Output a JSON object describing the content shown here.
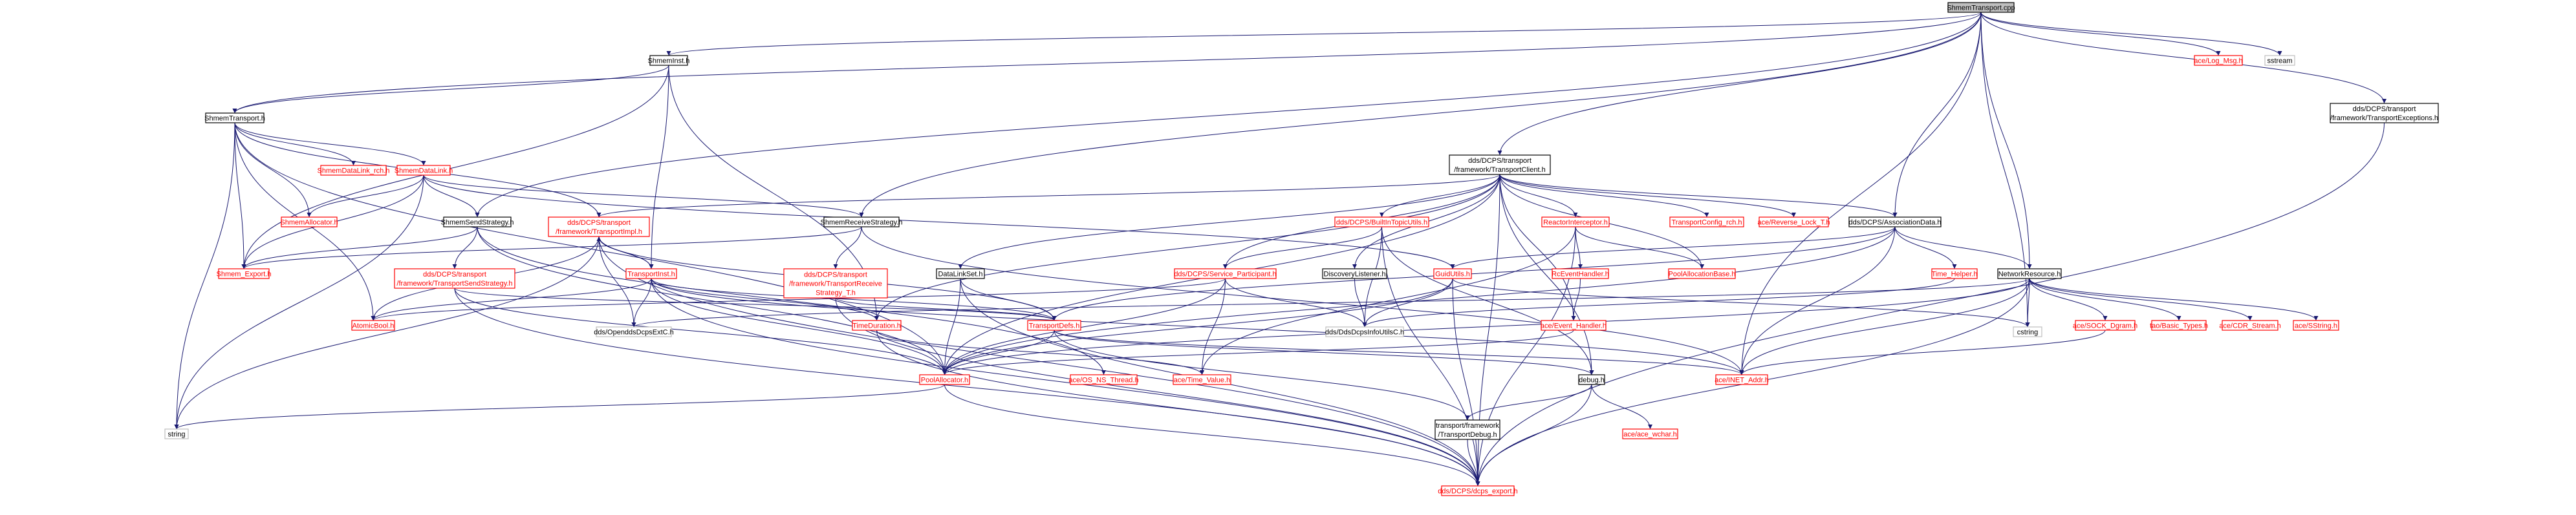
{
  "diagram": {
    "colors": {
      "edge": "#191970",
      "root_fill": "#bfbfbf",
      "documented_fill": "#ffffff",
      "documented_border": "#000000",
      "documented_text": "#000000",
      "undocumented_border": "#ff0000",
      "undocumented_text": "#ff0000",
      "system_border": "#bfbfbf",
      "system_text": "#000000"
    },
    "nodes": [
      {
        "id": "n_root",
        "lines": [
          "ShmemTransport.cpp"
        ],
        "kind": "root"
      },
      {
        "id": "n_shmeminst",
        "lines": [
          "ShmemInst.h"
        ],
        "kind": "documented"
      },
      {
        "id": "n_log_msg",
        "lines": [
          "ace/Log_Msg.h"
        ],
        "kind": "undocumented"
      },
      {
        "id": "n_sstream",
        "lines": [
          "sstream"
        ],
        "kind": "system"
      },
      {
        "id": "n_shmemtransport",
        "lines": [
          "ShmemTransport.h"
        ],
        "kind": "documented"
      },
      {
        "id": "n_transport_exceptions",
        "lines": [
          "dds/DCPS/transport",
          "/framework/TransportExceptions.h"
        ],
        "kind": "documented"
      },
      {
        "id": "n_datalink_rch",
        "lines": [
          "ShmemDataLink_rch.h"
        ],
        "kind": "undocumented"
      },
      {
        "id": "n_datalink",
        "lines": [
          "ShmemDataLink.h"
        ],
        "kind": "undocumented"
      },
      {
        "id": "n_transport_client",
        "lines": [
          "dds/DCPS/transport",
          "/framework/TransportClient.h"
        ],
        "kind": "documented"
      },
      {
        "id": "n_shmem_allocator",
        "lines": [
          "ShmemAllocator.h"
        ],
        "kind": "undocumented"
      },
      {
        "id": "n_send_strategy",
        "lines": [
          "ShmemSendStrategy.h"
        ],
        "kind": "documented"
      },
      {
        "id": "n_transport_impl",
        "lines": [
          "dds/DCPS/transport",
          "/framework/TransportImpl.h"
        ],
        "kind": "undocumented"
      },
      {
        "id": "n_receive_strategy",
        "lines": [
          "ShmemReceiveStrategy.h"
        ],
        "kind": "documented"
      },
      {
        "id": "n_builtin_topic_utils",
        "lines": [
          "dds/DCPS/BuiltInTopicUtils.h"
        ],
        "kind": "undocumented"
      },
      {
        "id": "n_reactor_interceptor",
        "lines": [
          "ReactorInterceptor.h"
        ],
        "kind": "undocumented"
      },
      {
        "id": "n_transport_config_rch",
        "lines": [
          "TransportConfig_rch.h"
        ],
        "kind": "undocumented"
      },
      {
        "id": "n_reverse_lock",
        "lines": [
          "ace/Reverse_Lock_T.h"
        ],
        "kind": "undocumented"
      },
      {
        "id": "n_association_data",
        "lines": [
          "dds/DCPS/AssociationData.h"
        ],
        "kind": "documented"
      },
      {
        "id": "n_shmem_export",
        "lines": [
          "Shmem_Export.h"
        ],
        "kind": "undocumented"
      },
      {
        "id": "n_transport_send_strategy",
        "lines": [
          "dds/DCPS/transport",
          "/framework/TransportSendStrategy.h"
        ],
        "kind": "undocumented"
      },
      {
        "id": "n_transport_inst",
        "lines": [
          "TransportInst.h"
        ],
        "kind": "undocumented"
      },
      {
        "id": "n_transport_receive_strategy",
        "lines": [
          "dds/DCPS/transport",
          "/framework/TransportReceive",
          "Strategy_T.h"
        ],
        "kind": "undocumented"
      },
      {
        "id": "n_datalink_set",
        "lines": [
          "DataLinkSet.h"
        ],
        "kind": "documented"
      },
      {
        "id": "n_service_participant",
        "lines": [
          "dds/DCPS/Service_Participant.h"
        ],
        "kind": "undocumented"
      },
      {
        "id": "n_discovery_listener",
        "lines": [
          "DiscoveryListener.h"
        ],
        "kind": "documented"
      },
      {
        "id": "n_guid_utils",
        "lines": [
          "GuidUtils.h"
        ],
        "kind": "undocumented"
      },
      {
        "id": "n_rc_event_handler",
        "lines": [
          "RcEventHandler.h"
        ],
        "kind": "undocumented"
      },
      {
        "id": "n_pool_allocation_base",
        "lines": [
          "PoolAllocationBase.h"
        ],
        "kind": "undocumented"
      },
      {
        "id": "n_time_helper",
        "lines": [
          "Time_Helper.h"
        ],
        "kind": "undocumented"
      },
      {
        "id": "n_network_resource",
        "lines": [
          "NetworkResource.h"
        ],
        "kind": "documented"
      },
      {
        "id": "n_atomic_bool",
        "lines": [
          "AtomicBool.h"
        ],
        "kind": "undocumented"
      },
      {
        "id": "n_opendds_ext",
        "lines": [
          "dds/OpenddsDcpsExtC.h"
        ],
        "kind": "system"
      },
      {
        "id": "n_time_duration",
        "lines": [
          "TimeDuration.h"
        ],
        "kind": "undocumented"
      },
      {
        "id": "n_transport_defs",
        "lines": [
          "TransportDefs.h"
        ],
        "kind": "undocumented"
      },
      {
        "id": "n_dds_info_utils",
        "lines": [
          "dds/DdsDcpsInfoUtilsC.h"
        ],
        "kind": "system"
      },
      {
        "id": "n_event_handler",
        "lines": [
          "ace/Event_Handler.h"
        ],
        "kind": "undocumented"
      },
      {
        "id": "n_cstring",
        "lines": [
          "cstring"
        ],
        "kind": "system"
      },
      {
        "id": "n_sock_dgram",
        "lines": [
          "ace/SOCK_Dgram.h"
        ],
        "kind": "undocumented"
      },
      {
        "id": "n_basic_types",
        "lines": [
          "tao/Basic_Types.h"
        ],
        "kind": "undocumented"
      },
      {
        "id": "n_cdr_stream",
        "lines": [
          "ace/CDR_Stream.h"
        ],
        "kind": "undocumented"
      },
      {
        "id": "n_sstring",
        "lines": [
          "ace/SString.h"
        ],
        "kind": "undocumented"
      },
      {
        "id": "n_pool_allocator",
        "lines": [
          "PoolAllocator.h"
        ],
        "kind": "undocumented"
      },
      {
        "id": "n_os_ns_thread",
        "lines": [
          "ace/OS_NS_Thread.h"
        ],
        "kind": "undocumented"
      },
      {
        "id": "n_time_value",
        "lines": [
          "ace/Time_Value.h"
        ],
        "kind": "undocumented"
      },
      {
        "id": "n_debug",
        "lines": [
          "debug.h"
        ],
        "kind": "documented"
      },
      {
        "id": "n_inet_addr",
        "lines": [
          "ace/INET_Addr.h"
        ],
        "kind": "undocumented"
      },
      {
        "id": "n_string",
        "lines": [
          "string"
        ],
        "kind": "system"
      },
      {
        "id": "n_ace_wchar",
        "lines": [
          "ace/ace_wchar.h"
        ],
        "kind": "undocumented"
      },
      {
        "id": "n_transport_debug",
        "lines": [
          "transport/framework",
          "/TransportDebug.h"
        ],
        "kind": "documented"
      },
      {
        "id": "n_dcps_export",
        "lines": [
          "dds/DCPS/dcps_export.h"
        ],
        "kind": "undocumented"
      }
    ],
    "edges": [
      [
        "n_root",
        "n_shmeminst"
      ],
      [
        "n_root",
        "n_log_msg"
      ],
      [
        "n_root",
        "n_sstream"
      ],
      [
        "n_root",
        "n_shmemtransport"
      ],
      [
        "n_root",
        "n_transport_exceptions"
      ],
      [
        "n_root",
        "n_transport_client"
      ],
      [
        "n_root",
        "n_association_data"
      ],
      [
        "n_root",
        "n_network_resource"
      ],
      [
        "n_root",
        "n_cstring"
      ],
      [
        "n_root",
        "n_send_strategy"
      ],
      [
        "n_root",
        "n_receive_strategy"
      ],
      [
        "n_root",
        "n_inet_addr"
      ],
      [
        "n_shmeminst",
        "n_shmemtransport"
      ],
      [
        "n_shmeminst",
        "n_transport_inst"
      ],
      [
        "n_shmeminst",
        "n_shmem_export"
      ],
      [
        "n_shmeminst",
        "n_time_duration"
      ],
      [
        "n_shmemtransport",
        "n_datalink_rch"
      ],
      [
        "n_shmemtransport",
        "n_datalink"
      ],
      [
        "n_shmemtransport",
        "n_shmem_allocator"
      ],
      [
        "n_shmemtransport",
        "n_shmem_export"
      ],
      [
        "n_shmemtransport",
        "n_transport_impl"
      ],
      [
        "n_shmemtransport",
        "n_string"
      ],
      [
        "n_shmemtransport",
        "n_atomic_bool"
      ],
      [
        "n_shmemtransport",
        "n_pool_allocator"
      ],
      [
        "n_transport_exceptions",
        "n_dcps_export"
      ],
      [
        "n_datalink",
        "n_send_strategy"
      ],
      [
        "n_datalink",
        "n_receive_strategy"
      ],
      [
        "n_datalink",
        "n_shmem_allocator"
      ],
      [
        "n_datalink",
        "n_shmem_export"
      ],
      [
        "n_datalink",
        "n_string"
      ],
      [
        "n_datalink",
        "n_guid_utils"
      ],
      [
        "n_transport_client",
        "n_transport_impl"
      ],
      [
        "n_transport_client",
        "n_builtin_topic_utils"
      ],
      [
        "n_transport_client",
        "n_reactor_interceptor"
      ],
      [
        "n_transport_client",
        "n_transport_config_rch"
      ],
      [
        "n_transport_client",
        "n_reverse_lock"
      ],
      [
        "n_transport_client",
        "n_association_data"
      ],
      [
        "n_transport_client",
        "n_datalink_set"
      ],
      [
        "n_transport_client",
        "n_service_participant"
      ],
      [
        "n_transport_client",
        "n_discovery_listener"
      ],
      [
        "n_transport_client",
        "n_event_handler"
      ],
      [
        "n_transport_client",
        "n_time_duration"
      ],
      [
        "n_transport_client",
        "n_pool_allocation_base"
      ],
      [
        "n_transport_client",
        "n_pool_allocator"
      ],
      [
        "n_transport_client",
        "n_dcps_export"
      ],
      [
        "n_transport_client",
        "n_debug"
      ],
      [
        "n_send_strategy",
        "n_transport_send_strategy"
      ],
      [
        "n_send_strategy",
        "n_shmem_export"
      ],
      [
        "n_send_strategy",
        "n_pool_allocator"
      ],
      [
        "n_send_strategy",
        "n_os_ns_thread"
      ],
      [
        "n_transport_impl",
        "n_transport_inst"
      ],
      [
        "n_transport_impl",
        "n_transport_defs"
      ],
      [
        "n_transport_impl",
        "n_opendds_ext"
      ],
      [
        "n_transport_impl",
        "n_atomic_bool"
      ],
      [
        "n_transport_impl",
        "n_dcps_export"
      ],
      [
        "n_transport_impl",
        "n_string"
      ],
      [
        "n_receive_strategy",
        "n_transport_receive_strategy"
      ],
      [
        "n_receive_strategy",
        "n_shmem_export"
      ],
      [
        "n_receive_strategy",
        "n_inet_addr"
      ],
      [
        "n_builtin_topic_utils",
        "n_service_participant"
      ],
      [
        "n_builtin_topic_utils",
        "n_dds_info_utils"
      ],
      [
        "n_builtin_topic_utils",
        "n_debug"
      ],
      [
        "n_builtin_topic_utils",
        "n_dcps_export"
      ],
      [
        "n_reactor_interceptor",
        "n_rc_event_handler"
      ],
      [
        "n_reactor_interceptor",
        "n_pool_allocation_base"
      ],
      [
        "n_reactor_interceptor",
        "n_time_value"
      ],
      [
        "n_reactor_interceptor",
        "n_dcps_export"
      ],
      [
        "n_association_data",
        "n_network_resource"
      ],
      [
        "n_association_data",
        "n_time_helper"
      ],
      [
        "n_association_data",
        "n_guid_utils"
      ],
      [
        "n_association_data",
        "n_transport_defs"
      ],
      [
        "n_association_data",
        "n_inet_addr"
      ],
      [
        "n_association_data",
        "n_pool_allocator"
      ],
      [
        "n_transport_send_strategy",
        "n_transport_defs"
      ],
      [
        "n_transport_send_strategy",
        "n_pool_allocator"
      ],
      [
        "n_transport_send_strategy",
        "n_dcps_export"
      ],
      [
        "n_transport_inst",
        "n_transport_impl"
      ],
      [
        "n_transport_inst",
        "n_transport_defs"
      ],
      [
        "n_transport_inst",
        "n_time_duration"
      ],
      [
        "n_transport_inst",
        "n_opendds_ext"
      ],
      [
        "n_transport_inst",
        "n_atomic_bool"
      ],
      [
        "n_transport_inst",
        "n_pool_allocator"
      ],
      [
        "n_transport_inst",
        "n_dcps_export"
      ],
      [
        "n_transport_inst",
        "n_inet_addr"
      ],
      [
        "n_transport_receive_strategy",
        "n_transport_defs"
      ],
      [
        "n_transport_receive_strategy",
        "n_dcps_export"
      ],
      [
        "n_datalink_set",
        "n_transport_defs"
      ],
      [
        "n_datalink_set",
        "n_pool_allocator"
      ],
      [
        "n_datalink_set",
        "n_dcps_export"
      ],
      [
        "n_service_participant",
        "n_atomic_bool"
      ],
      [
        "n_service_participant",
        "n_dds_info_utils"
      ],
      [
        "n_service_participant",
        "n_pool_allocator"
      ],
      [
        "n_service_participant",
        "n_time_value"
      ],
      [
        "n_discovery_listener",
        "n_dds_info_utils"
      ],
      [
        "n_guid_utils",
        "n_dds_info_utils"
      ],
      [
        "n_guid_utils",
        "n_cstring"
      ],
      [
        "n_guid_utils",
        "n_pool_allocator"
      ],
      [
        "n_guid_utils",
        "n_dcps_export"
      ],
      [
        "n_rc_event_handler",
        "n_event_handler"
      ],
      [
        "n_time_helper",
        "n_dds_info_utils"
      ],
      [
        "n_network_resource",
        "n_sock_dgram"
      ],
      [
        "n_network_resource",
        "n_basic_types"
      ],
      [
        "n_network_resource",
        "n_cdr_stream"
      ],
      [
        "n_network_resource",
        "n_sstring"
      ],
      [
        "n_network_resource",
        "n_cstring"
      ],
      [
        "n_network_resource",
        "n_inet_addr"
      ],
      [
        "n_network_resource",
        "n_pool_allocator"
      ],
      [
        "n_network_resource",
        "n_dcps_export"
      ],
      [
        "n_network_resource",
        "n_opendds_ext"
      ],
      [
        "n_time_duration",
        "n_time_value"
      ],
      [
        "n_time_duration",
        "n_dcps_export"
      ],
      [
        "n_transport_defs",
        "n_pool_allocator"
      ],
      [
        "n_transport_defs",
        "n_debug"
      ],
      [
        "n_transport_defs",
        "n_transport_debug"
      ],
      [
        "n_transport_defs",
        "n_inet_addr"
      ],
      [
        "n_event_handler",
        "n_pool_allocator"
      ],
      [
        "n_sock_dgram",
        "n_inet_addr"
      ],
      [
        "n_pool_allocator",
        "n_string"
      ],
      [
        "n_pool_allocator",
        "n_dcps_export"
      ],
      [
        "n_debug",
        "n_ace_wchar"
      ],
      [
        "n_debug",
        "n_transport_debug"
      ],
      [
        "n_debug",
        "n_dcps_export"
      ],
      [
        "n_transport_debug",
        "n_dcps_export"
      ]
    ]
  }
}
